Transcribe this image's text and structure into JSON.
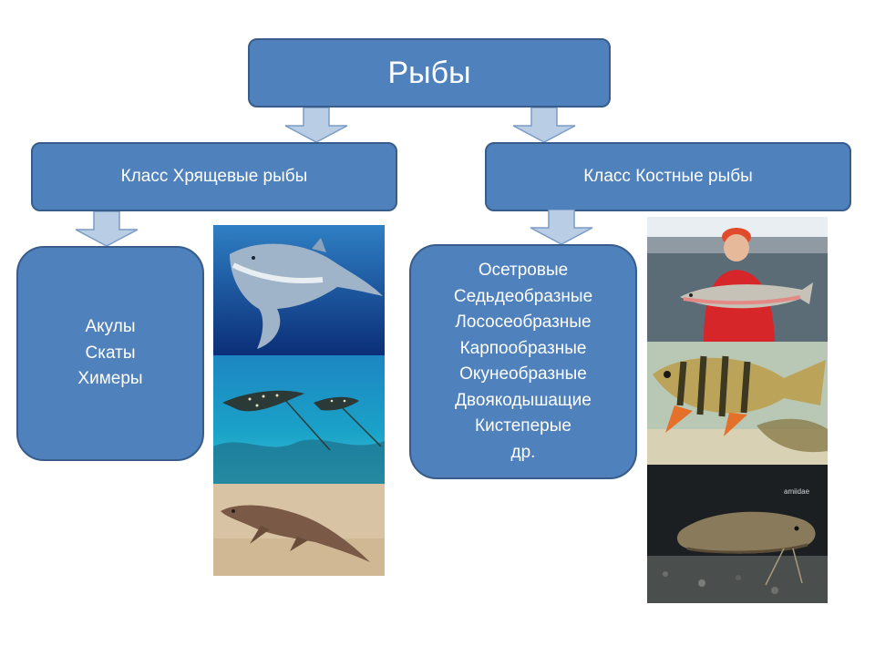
{
  "root": {
    "title": "Рыбы"
  },
  "left_class": {
    "title": "Класс Хрящевые рыбы",
    "items": [
      "Акулы",
      "Скаты",
      "Химеры"
    ]
  },
  "right_class": {
    "title": "Класс Костные рыбы",
    "items": [
      "Осетровые",
      "Седьдеобразные",
      "Лососеобразные",
      "Карпообразные",
      "Окунеобразные",
      "Двоякодышащие",
      "Кистеперые",
      "др."
    ]
  },
  "photos": {
    "left": [
      "shark",
      "eagle-rays",
      "chimaera"
    ],
    "right": [
      "man-with-salmon",
      "perch",
      "lungfish"
    ],
    "lungfish_watermark": "amiidae"
  },
  "colors": {
    "box_fill": "#4f81bd",
    "box_border": "#385d8a",
    "arrow_fill": "#b9cde5",
    "text": "#ffffff"
  }
}
